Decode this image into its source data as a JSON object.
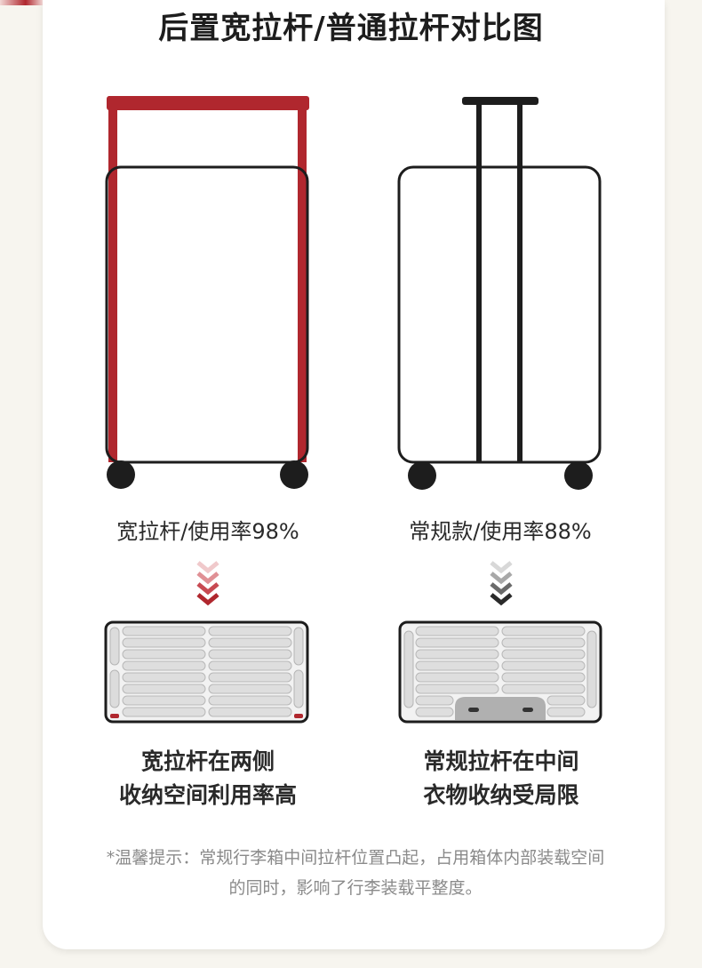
{
  "title": "后置宽拉杆/普通拉杆对比图",
  "left": {
    "label": "宽拉杆/使用率98%",
    "caption_line1": "宽拉杆在两侧",
    "caption_line2": "收纳空间利用率高",
    "accent_color": "#b0272e"
  },
  "right": {
    "label": "常规款/使用率88%",
    "caption_line1": "常规拉杆在中间",
    "caption_line2": "衣物收纳受局限",
    "accent_color": "#1d1d1d"
  },
  "note_line1": "*温馨提示：常规行李箱中间拉杆位置凸起，占用箱体内部装载空间",
  "note_line2": "的同时，影响了行李装载平整度。"
}
